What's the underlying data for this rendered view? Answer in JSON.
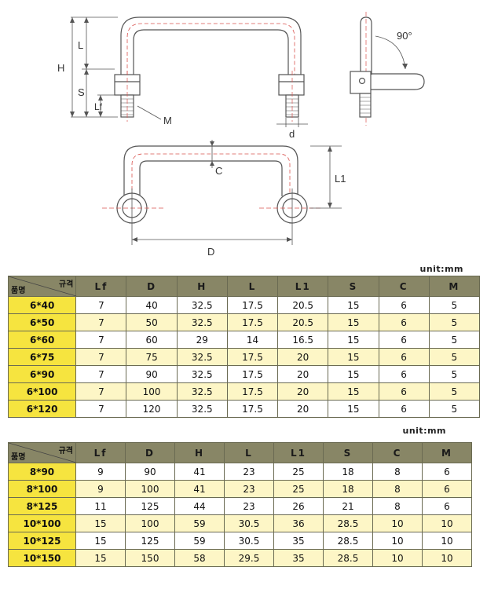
{
  "drawing": {
    "dims": {
      "H": "H",
      "L": "L",
      "S": "S",
      "Lf": "Lf",
      "M": "M",
      "d": "d",
      "angle": "90°",
      "C": "C",
      "L1": "L1",
      "D": "D"
    }
  },
  "tables": [
    {
      "unit": "unit:mm",
      "corner_top": "규격",
      "corner_bottom": "품명",
      "headers": [
        "Lf",
        "D",
        "H",
        "L",
        "L1",
        "S",
        "C",
        "M"
      ],
      "rows": [
        {
          "name": "6*40",
          "values": [
            "7",
            "40",
            "32.5",
            "17.5",
            "20.5",
            "15",
            "6",
            "5"
          ]
        },
        {
          "name": "6*50",
          "values": [
            "7",
            "50",
            "32.5",
            "17.5",
            "20.5",
            "15",
            "6",
            "5"
          ]
        },
        {
          "name": "6*60",
          "values": [
            "7",
            "60",
            "29",
            "14",
            "16.5",
            "15",
            "6",
            "5"
          ]
        },
        {
          "name": "6*75",
          "values": [
            "7",
            "75",
            "32.5",
            "17.5",
            "20",
            "15",
            "6",
            "5"
          ]
        },
        {
          "name": "6*90",
          "values": [
            "7",
            "90",
            "32.5",
            "17.5",
            "20",
            "15",
            "6",
            "5"
          ]
        },
        {
          "name": "6*100",
          "values": [
            "7",
            "100",
            "32.5",
            "17.5",
            "20",
            "15",
            "6",
            "5"
          ]
        },
        {
          "name": "6*120",
          "values": [
            "7",
            "120",
            "32.5",
            "17.5",
            "20",
            "15",
            "6",
            "5"
          ]
        }
      ]
    },
    {
      "unit": "unit:mm",
      "corner_top": "규격",
      "corner_bottom": "품명",
      "headers": [
        "Lf",
        "D",
        "H",
        "L",
        "L1",
        "S",
        "C",
        "M"
      ],
      "rows": [
        {
          "name": "8*90",
          "values": [
            "9",
            "90",
            "41",
            "23",
            "25",
            "18",
            "8",
            "6"
          ]
        },
        {
          "name": "8*100",
          "values": [
            "9",
            "100",
            "41",
            "23",
            "25",
            "18",
            "8",
            "6"
          ]
        },
        {
          "name": "8*125",
          "values": [
            "11",
            "125",
            "44",
            "23",
            "26",
            "21",
            "8",
            "6"
          ]
        },
        {
          "name": "10*100",
          "values": [
            "15",
            "100",
            "59",
            "30.5",
            "36",
            "28.5",
            "10",
            "10"
          ]
        },
        {
          "name": "10*125",
          "values": [
            "15",
            "125",
            "59",
            "30.5",
            "35",
            "28.5",
            "10",
            "10"
          ]
        },
        {
          "name": "10*150",
          "values": [
            "15",
            "150",
            "58",
            "29.5",
            "35",
            "28.5",
            "10",
            "10"
          ]
        }
      ]
    }
  ]
}
